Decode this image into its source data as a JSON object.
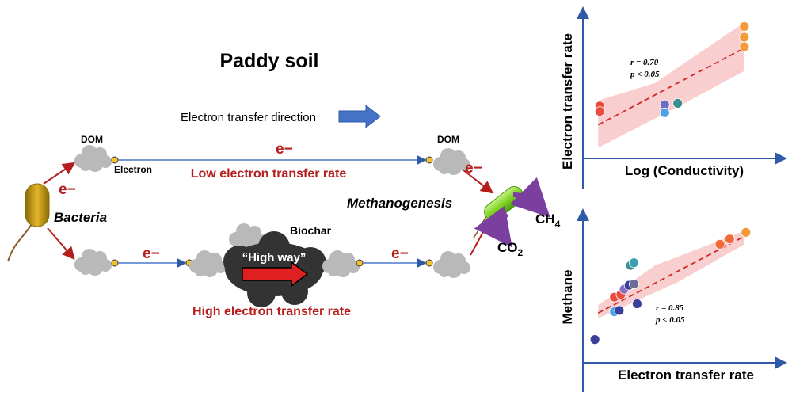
{
  "diagram": {
    "title": "Paddy soil",
    "direction_label": "Electron transfer direction",
    "dom_label": "DOM",
    "electron_label": "Electron",
    "eminus": "e−",
    "low_rate_label": "Low electron transfer rate",
    "high_rate_label": "High electron transfer rate",
    "bacteria_label": "Bacteria",
    "methanogenesis_label": "Methanogenesis",
    "biochar_label": "Biochar",
    "high_way_label": "“High way”",
    "ch4": {
      "base": "CH",
      "sub": "4"
    },
    "co2": {
      "base": "CO",
      "sub": "2"
    },
    "colors": {
      "red_text": "#b61e1e",
      "wire_blue": "#4a78c8",
      "node_yellow": "#f2c230",
      "cloud_gray": "#b9b9b9",
      "biochar_dark": "#333333",
      "bacteria_gold": "#c99a10",
      "methanogen_green": "#7ed321",
      "gas_purple": "#7b3fa0",
      "arrow_blue": "#4472c4"
    }
  },
  "chart_data": [
    {
      "type": "scatter",
      "xlabel": "Log (Conductivity)",
      "ylabel": "Electron transfer rate",
      "annotation": {
        "r": "r = 0.70",
        "p": "p < 0.05"
      },
      "trend": {
        "x": [
          0.05,
          0.95
        ],
        "y": [
          0.22,
          0.79
        ]
      },
      "band_upper": [
        [
          0.05,
          0.4
        ],
        [
          0.4,
          0.53
        ],
        [
          0.95,
          0.98
        ]
      ],
      "band_lower": [
        [
          0.05,
          0.05
        ],
        [
          0.55,
          0.36
        ],
        [
          0.95,
          0.62
        ]
      ],
      "points": [
        {
          "x": 0.06,
          "y": 0.36,
          "color": "#e84c3d"
        },
        {
          "x": 0.06,
          "y": 0.32,
          "color": "#e84c3d"
        },
        {
          "x": 0.46,
          "y": 0.37,
          "color": "#6e6cc7"
        },
        {
          "x": 0.46,
          "y": 0.31,
          "color": "#4aa3e8"
        },
        {
          "x": 0.54,
          "y": 0.38,
          "color": "#3a8f8f"
        },
        {
          "x": 0.95,
          "y": 0.87,
          "color": "#f39a3a"
        },
        {
          "x": 0.95,
          "y": 0.8,
          "color": "#f39a3a"
        },
        {
          "x": 0.95,
          "y": 0.95,
          "color": "#f39a3a"
        }
      ]
    },
    {
      "type": "scatter",
      "xlabel": "Electron transfer rate",
      "ylabel": "Methane",
      "annotation": {
        "r": "r = 0.85",
        "p": "p < 0.05"
      },
      "trend": {
        "x": [
          0.05,
          0.95
        ],
        "y": [
          0.34,
          0.92
        ]
      },
      "band_upper": [
        [
          0.05,
          0.4
        ],
        [
          0.4,
          0.7
        ],
        [
          0.95,
          0.96
        ]
      ],
      "band_lower": [
        [
          0.05,
          0.3
        ],
        [
          0.55,
          0.58
        ],
        [
          0.95,
          0.86
        ]
      ],
      "points": [
        {
          "x": 0.03,
          "y": 0.14,
          "color": "#3a3f9a"
        },
        {
          "x": 0.15,
          "y": 0.35,
          "color": "#4aa3e8"
        },
        {
          "x": 0.18,
          "y": 0.36,
          "color": "#3a3f9a"
        },
        {
          "x": 0.15,
          "y": 0.46,
          "color": "#e84c3d"
        },
        {
          "x": 0.19,
          "y": 0.48,
          "color": "#e84c3d"
        },
        {
          "x": 0.21,
          "y": 0.52,
          "color": "#8a6cc7"
        },
        {
          "x": 0.24,
          "y": 0.55,
          "color": "#3a3f9a"
        },
        {
          "x": 0.27,
          "y": 0.56,
          "color": "#6c6c9a"
        },
        {
          "x": 0.29,
          "y": 0.41,
          "color": "#3a3f9a"
        },
        {
          "x": 0.25,
          "y": 0.7,
          "color": "#3a8f8f"
        },
        {
          "x": 0.27,
          "y": 0.72,
          "color": "#3aa0b0"
        },
        {
          "x": 0.8,
          "y": 0.86,
          "color": "#f36a3a"
        },
        {
          "x": 0.86,
          "y": 0.9,
          "color": "#f36a3a"
        },
        {
          "x": 0.96,
          "y": 0.95,
          "color": "#f39a3a"
        }
      ]
    }
  ]
}
